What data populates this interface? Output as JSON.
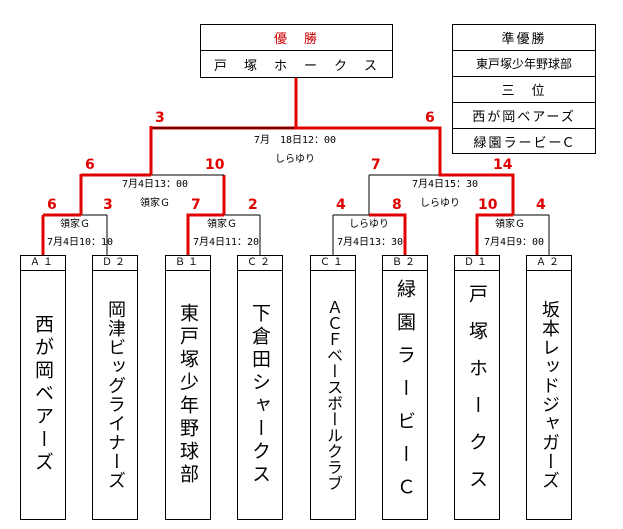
{
  "champion": {
    "title": "優　勝",
    "team": "戸　塚　ホ　ー　ク　ス"
  },
  "results": {
    "runner_up_title": "準優勝",
    "runner_up": "東戸塚少年野球部",
    "third_title": "三　位",
    "third_1": "西が岡ベアーズ",
    "third_2": "緑園ラービーC"
  },
  "final": {
    "date": "7月　18日12：00",
    "venue": "しらゆり",
    "score_left": "3",
    "score_right": "6"
  },
  "semis": [
    {
      "date": "7月4日13：00",
      "venue": "領家Ｇ",
      "score_left": "6",
      "score_right": "10"
    },
    {
      "date": "7月4日15：30",
      "venue": "しらゆり",
      "score_left": "7",
      "score_right": "14"
    }
  ],
  "quarters": [
    {
      "venue": "領家Ｇ",
      "date": "7月4日10：10",
      "score_left": "6",
      "score_right": "3"
    },
    {
      "venue": "領家Ｇ",
      "date": "7月4日11：20",
      "score_left": "7",
      "score_right": "2"
    },
    {
      "venue": "しらゆり",
      "date": "7月4日13：30",
      "score_left": "4",
      "score_right": "8"
    },
    {
      "venue": "領家Ｇ",
      "date": "7月4日9：00",
      "score_left": "10",
      "score_right": "4"
    }
  ],
  "teams": [
    {
      "code": "Ａ１",
      "name": "西が岡ベアーズ"
    },
    {
      "code": "Ｄ２",
      "name": "岡津ビッグライナーズ"
    },
    {
      "code": "Ｂ１",
      "name": "東戸塚少年野球部"
    },
    {
      "code": "Ｃ２",
      "name": "下倉田シャークス"
    },
    {
      "code": "Ｃ１",
      "name": "ＡＣＦベースボールクラブ"
    },
    {
      "code": "Ｂ２",
      "name": "緑園ラービーＣ"
    },
    {
      "code": "Ｄ１",
      "name": "戸塚ホークス"
    },
    {
      "code": "Ａ２",
      "name": "坂本レッドジャガーズ"
    }
  ],
  "colors": {
    "winner_line": "#e00000",
    "line": "#000000",
    "score": "#e00000",
    "champion_title": "#cc0000"
  }
}
